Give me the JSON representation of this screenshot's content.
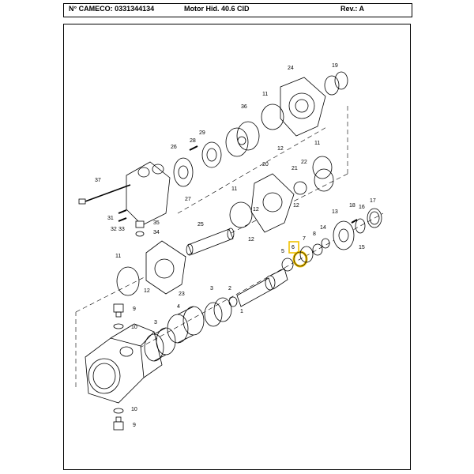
{
  "header": {
    "part_number": "N° CAMECO: 0331344134",
    "title": "Motor Hid. 40.6 CID",
    "revision": "Rev.: A"
  },
  "callouts": {
    "c1": "1",
    "c2": "2",
    "c3": "3",
    "c3b": "3",
    "c4": "4",
    "c5": "5",
    "c6": "6",
    "c7": "7",
    "c8": "8",
    "c9": "9",
    "c9b": "9",
    "c10": "10",
    "c10b": "10",
    "c11a": "11",
    "c11b": "11",
    "c11c": "11",
    "c11d": "11",
    "c12a": "12",
    "c12b": "12",
    "c12c": "12",
    "c12d": "12",
    "c12e": "12",
    "c13": "13",
    "c14": "14",
    "c15": "15",
    "c16": "16",
    "c17": "17",
    "c18": "18",
    "c19": "19",
    "c20": "20",
    "c21": "21",
    "c22": "22",
    "c23": "23",
    "c24": "24",
    "c25": "25",
    "c26": "26",
    "c27": "27",
    "c28": "28",
    "c29": "29",
    "c31": "31",
    "c32": "32",
    "c33": "33",
    "c34": "34",
    "c35": "35",
    "c36": "36",
    "c37": "37"
  },
  "highlight": {
    "part": "6",
    "color": "#f2c200"
  },
  "colors": {
    "ink": "#000000",
    "paper": "#ffffff"
  }
}
